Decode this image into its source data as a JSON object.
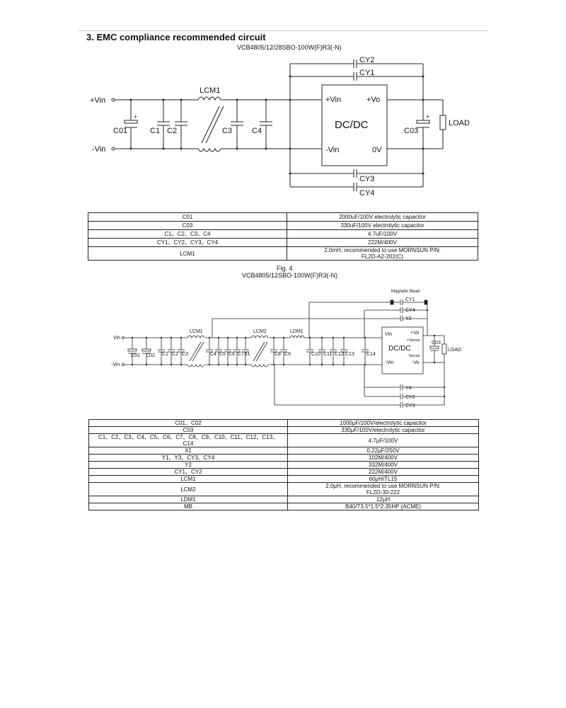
{
  "section": {
    "heading": "3.  EMC compliance recommended circuit"
  },
  "circuit1": {
    "model": "VCB4805/12/28SBO-100W(F)R3(-N)",
    "labels": {
      "vin_pos": "+Vin",
      "vin_neg": "-Vin",
      "c01": "C01",
      "c1": "C1",
      "c2": "C2",
      "c3": "C3",
      "c4": "C4",
      "lcm1": "LCM1",
      "cy1": "CY1",
      "cy2": "CY2",
      "cy3": "CY3",
      "cy4": "CY4",
      "mod_vin_pos": "+Vin",
      "mod_vin_neg": "-Vin",
      "mod_vo_pos": "+Vo",
      "mod_0v": "0V",
      "module": "DC/DC",
      "c03": "C03",
      "load": "LOAD"
    }
  },
  "table1": {
    "rows": [
      [
        "C01",
        "2000uF/100V electrolytic capacitor"
      ],
      [
        "C03",
        "330uF/100V electrolytic capacitor"
      ],
      [
        "C1、C2、C3、C4",
        "4.7uF/100V"
      ],
      [
        "CY1、CY2、CY3、CY4",
        "222M/400V"
      ],
      [
        "LCM1",
        "2.0mH, recommended to use MORNSUN P/N:",
        "FL2D-A2-202(C)"
      ]
    ]
  },
  "figure": {
    "caption": "Fig. 4"
  },
  "circuit2": {
    "model": "VCB4805/12SBO-100W(F)R3(-N)",
    "labels": {
      "vin_pos": "Vin",
      "vin_neg": "-Vin",
      "c01": "C01",
      "c02": "C02",
      "c1": "C1",
      "c2": "C2",
      "c3": "C3",
      "lcm1": "LCM1",
      "c4": "C4",
      "c5": "C5",
      "c6": "C6",
      "c7": "C7",
      "x1": "X1",
      "lcm2": "LCM2",
      "c8": "C8",
      "c9": "C9",
      "ldm1": "LDM1",
      "c10": "C10",
      "c11": "C11",
      "c12": "C12",
      "c13": "C13",
      "c14": "C14",
      "magnetic_bead": "Magnetic Bead",
      "cy1": "CY1",
      "cy4": "CY4",
      "y2": "Y2",
      "y4": "Y4",
      "cy2": "CY2",
      "cy3": "CY3",
      "mod_vin": "Vin",
      "mod_vin_neg": "-Vin",
      "mod_vo_pos": "+Vo",
      "mod_vo_neg": "-Vo",
      "mod_sense_pos": "+Sense",
      "mod_sense_neg": "-Sense",
      "module": "DC/DC",
      "c03": "C03",
      "load": "LOAD"
    }
  },
  "table2": {
    "rows": [
      [
        "C01、C02",
        "1000μF/100V/electrolytic capacitor"
      ],
      [
        "C03",
        "330μF/100V/electrolytic capacitor"
      ],
      [
        "C1、C2、C3、C4、C5、C6、C7、C8、C9、C10、C11、C12、C13、",
        "C14",
        "4.7μF/100V"
      ],
      [
        "X1",
        "0.22μF/250V"
      ],
      [
        "Y1、Y3、CY3、CY4",
        "102M/400V"
      ],
      [
        "Y2",
        "332M/400V"
      ],
      [
        "CY1、CY2",
        "222M/400V"
      ],
      [
        "LCM1",
        "60μH/TL15"
      ],
      [
        "LCM2",
        "2.0μH, recommended to use MORNSUN P/N:",
        "FL2D-30-222"
      ],
      [
        "LDM1",
        "12μH"
      ],
      [
        "MB",
        "B40/T3.5*1.5*2.35HP (ACME)"
      ]
    ]
  }
}
